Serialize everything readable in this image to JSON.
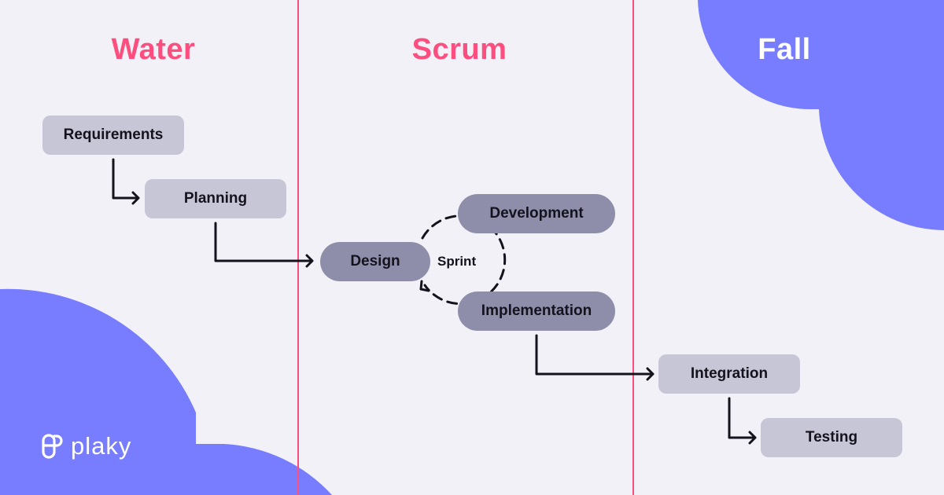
{
  "colors": {
    "background": "#f2f1f7",
    "accent_pink": "#fc4f80",
    "blob_blue": "#787dff",
    "box_fill": "#c7c6d6",
    "pill_fill": "#8e8eaa",
    "text_dark": "#14121c"
  },
  "columns": [
    {
      "title": "Water",
      "color": "#fc4f80"
    },
    {
      "title": "Scrum",
      "color": "#fc4f80"
    },
    {
      "title": "Fall",
      "color": "#ffffff"
    }
  ],
  "nodes": {
    "requirements": "Requirements",
    "planning": "Planning",
    "design": "Design",
    "development": "Development",
    "implementation": "Implementation",
    "integration": "Integration",
    "testing": "Testing"
  },
  "sprint_label": "Sprint",
  "logo": {
    "icon": "plaky-logo-icon",
    "text": "plaky"
  }
}
